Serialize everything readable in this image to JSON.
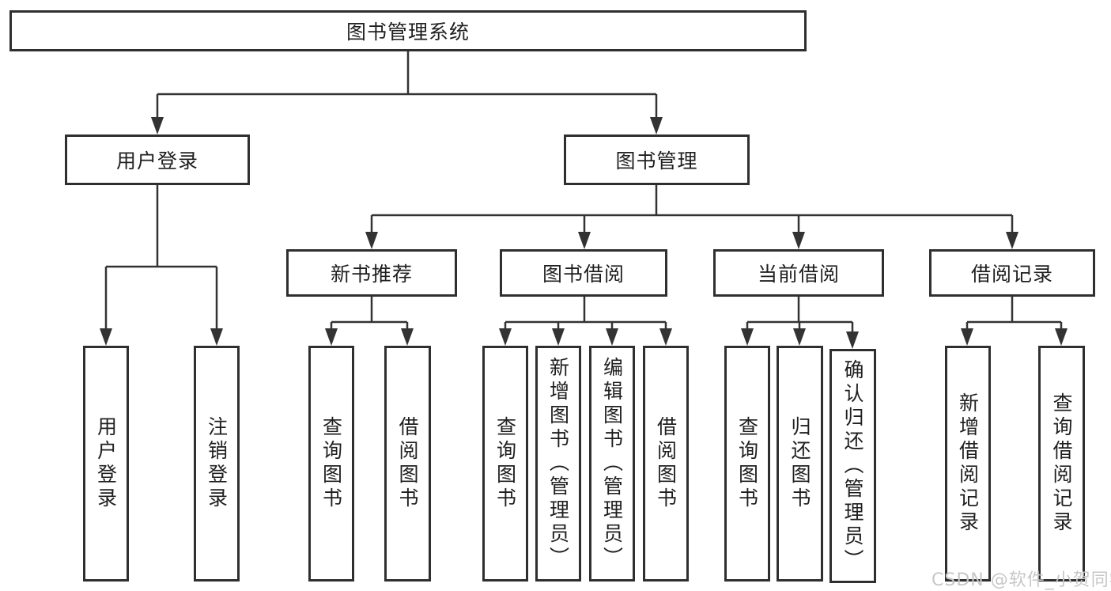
{
  "nodes": {
    "root": "图书管理系统",
    "user_login": "用户登录",
    "book_management": "图书管理",
    "new_book_recommend": "新书推荐",
    "book_borrow": "图书借阅",
    "current_borrow": "当前借阅",
    "borrow_record": "借阅记录",
    "leaf_user_login": "用户登录",
    "leaf_logout_login": "注销登录",
    "leaf_nbr_query_book": "查询图书",
    "leaf_nbr_borrow_book": "借阅图书",
    "leaf_bb_query_book": "查询图书",
    "leaf_bb_add_book": "新增图书（管理员）",
    "leaf_bb_edit_book": "编辑图书（管理员）",
    "leaf_bb_borrow_book": "借阅图书",
    "leaf_cb_query_book": "查询图书",
    "leaf_cb_return_book": "归还图书",
    "leaf_cb_confirm_return": "确认归还（管理员）",
    "leaf_br_add_record": "新增借阅记录",
    "leaf_br_query_record": "查询借阅记录"
  },
  "watermark": "CSDN @软件_小贺同学",
  "colors": {
    "line": "#333333",
    "box_border": "#2f2f2f",
    "text": "#1f1f1f",
    "background": "#ffffff",
    "watermark": "#c7c7c7"
  }
}
